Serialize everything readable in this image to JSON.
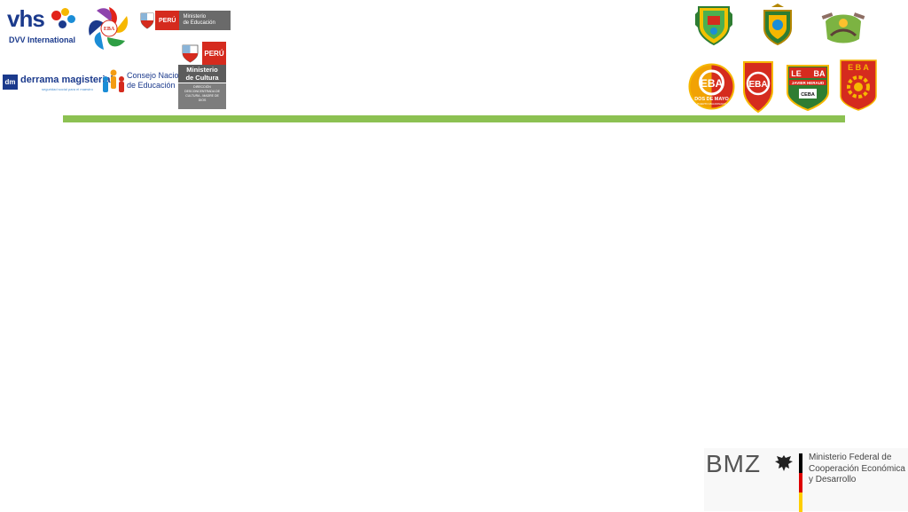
{
  "logos_left": {
    "vhs": {
      "word": "vhs",
      "subtitle": "DVV International"
    },
    "eba_flower": {
      "label": "EBA"
    },
    "peru_ministerio_educacion": {
      "country": "PERÚ",
      "line1": "Ministerio",
      "line2": "de Educación"
    },
    "derrama": {
      "badge": "dm",
      "name": "derrama magisterial",
      "tagline": "seguridad social para el maestro"
    },
    "consejo": {
      "line1": "Consejo Nacional",
      "line2": "de Educación"
    },
    "ministerio_cultura": {
      "country": "PERÚ",
      "title_line1": "Ministerio",
      "title_line2": "de Cultura",
      "detail_line1": "DIRECCIÓN",
      "detail_line2": "DESCONCENTRADA DE",
      "detail_line3": "CULTURA - MADRE DE",
      "detail_line4": "DIOS"
    }
  },
  "logos_right": {
    "emblem_dos_de_mayo": {
      "line1": "DOS DE MAYO",
      "line2": "PUERTO MALDONADO"
    },
    "emblem_leba": {
      "left": "LE",
      "right": "BA",
      "band": "JAVIER HERAUD",
      "ceba": "CEBA"
    },
    "emblem_eba": {
      "label": "E B A"
    }
  },
  "bmz": {
    "word": "BMZ",
    "line1": "Ministerio Federal de",
    "line2": "Cooperación Económica",
    "line3": "y Desarrollo"
  },
  "colors": {
    "accent_green": "#8cc152",
    "navy": "#1b3a8c",
    "peru_red": "#d52b1e"
  }
}
